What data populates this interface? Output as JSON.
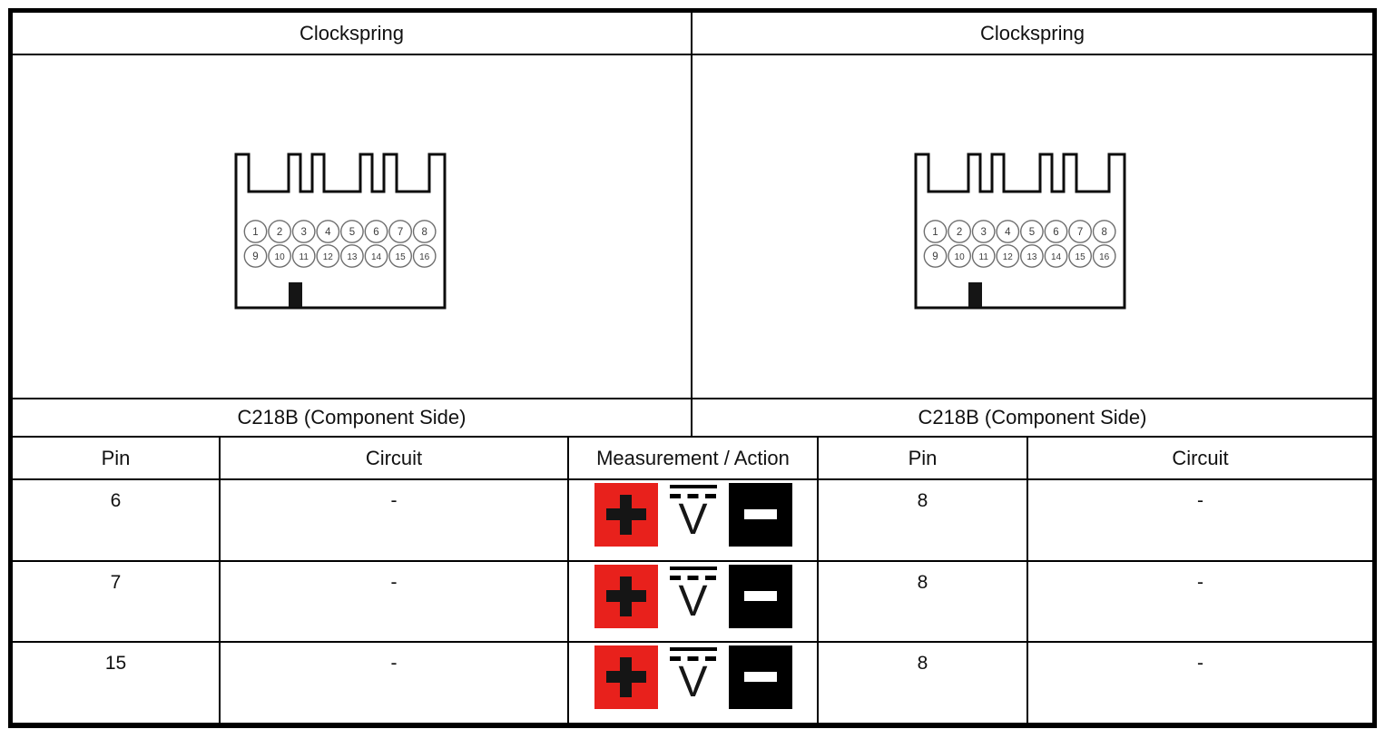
{
  "header": {
    "left_title": "Clockspring",
    "right_title": "Clockspring",
    "left_sublabel": "C218B (Component Side)",
    "right_sublabel": "C218B (Component Side)"
  },
  "connector": {
    "pins_top": [
      "1",
      "2",
      "3",
      "4",
      "5",
      "6",
      "7",
      "8"
    ],
    "pins_bottom": [
      "9",
      "10",
      "11",
      "12",
      "13",
      "14",
      "15",
      "16"
    ]
  },
  "table": {
    "columns": [
      "Pin",
      "Circuit",
      "Measurement / Action",
      "Pin",
      "Circuit"
    ],
    "rows": [
      {
        "pin_left": "6",
        "circuit_left": "-",
        "pin_right": "8",
        "circuit_right": "-"
      },
      {
        "pin_left": "7",
        "circuit_left": "-",
        "pin_right": "8",
        "circuit_right": "-"
      },
      {
        "pin_left": "15",
        "circuit_left": "-",
        "pin_right": "8",
        "circuit_right": "-"
      }
    ]
  },
  "measurement": {
    "positive_symbol": "+",
    "voltmeter_symbol": "V",
    "negative_symbol": "-"
  },
  "colors": {
    "positive_red": "#e8211c",
    "negative_black": "#000000",
    "line_black": "#000000"
  }
}
